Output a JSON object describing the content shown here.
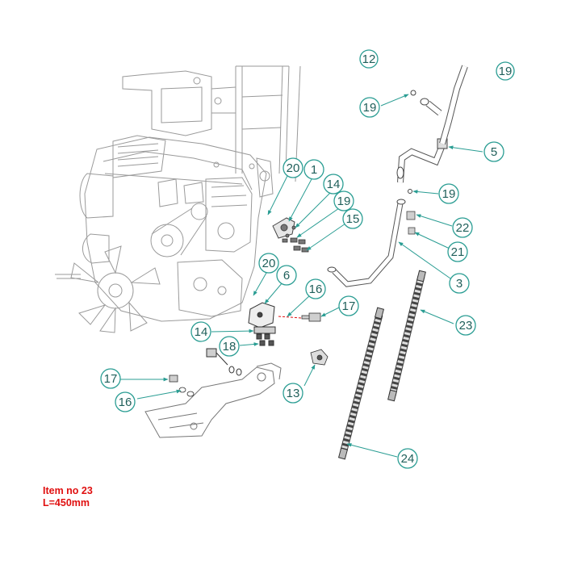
{
  "diagram": {
    "callouts": [
      {
        "id": "c19-top-right",
        "number": "19"
      },
      {
        "id": "c19-upper",
        "number": "19"
      },
      {
        "id": "c5",
        "number": "5"
      },
      {
        "id": "c19-mid",
        "number": "19"
      },
      {
        "id": "c20-top",
        "number": "20"
      },
      {
        "id": "c1",
        "number": "1"
      },
      {
        "id": "c14-top",
        "number": "14"
      },
      {
        "id": "c19-lower",
        "number": "19"
      },
      {
        "id": "c15",
        "number": "15"
      },
      {
        "id": "c22",
        "number": "22"
      },
      {
        "id": "c21",
        "number": "21"
      },
      {
        "id": "c3",
        "number": "3"
      },
      {
        "id": "c20-mid",
        "number": "20"
      },
      {
        "id": "c6",
        "number": "6"
      },
      {
        "id": "c16-mid",
        "number": "16"
      },
      {
        "id": "c17-mid",
        "number": "17"
      },
      {
        "id": "c23",
        "number": "23"
      },
      {
        "id": "c14-low",
        "number": "14"
      },
      {
        "id": "c18",
        "number": "18"
      },
      {
        "id": "c17-left",
        "number": "17"
      },
      {
        "id": "c16-left",
        "number": "16"
      },
      {
        "id": "c13",
        "number": "13"
      },
      {
        "id": "c24",
        "number": "24"
      },
      {
        "id": "c12-partial",
        "number": "12"
      }
    ],
    "accent_color": "#2a9d93",
    "line_color": "#9a9a9a",
    "note_color": "#e01010"
  },
  "note": {
    "line1": "Item no 23",
    "line2": "L=450mm"
  }
}
